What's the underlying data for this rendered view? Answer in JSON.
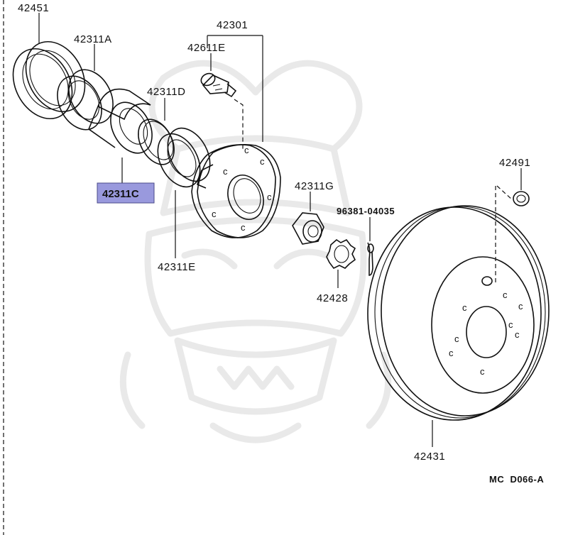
{
  "diagram": {
    "parts": {
      "p42451": "42451",
      "p42311A": "42311A",
      "p42301": "42301",
      "p42611E": "42611E",
      "p42311D": "42311D",
      "p42311C": "42311C",
      "p42311G": "42311G",
      "p42491": "42491",
      "p96381": "96381-04035",
      "p42311E": "42311E",
      "p42428": "42428",
      "p42431": "42431"
    },
    "highlighted_part": "42311C",
    "highlight_color": "#9999dd",
    "diagram_code": "MC  D066-A"
  }
}
